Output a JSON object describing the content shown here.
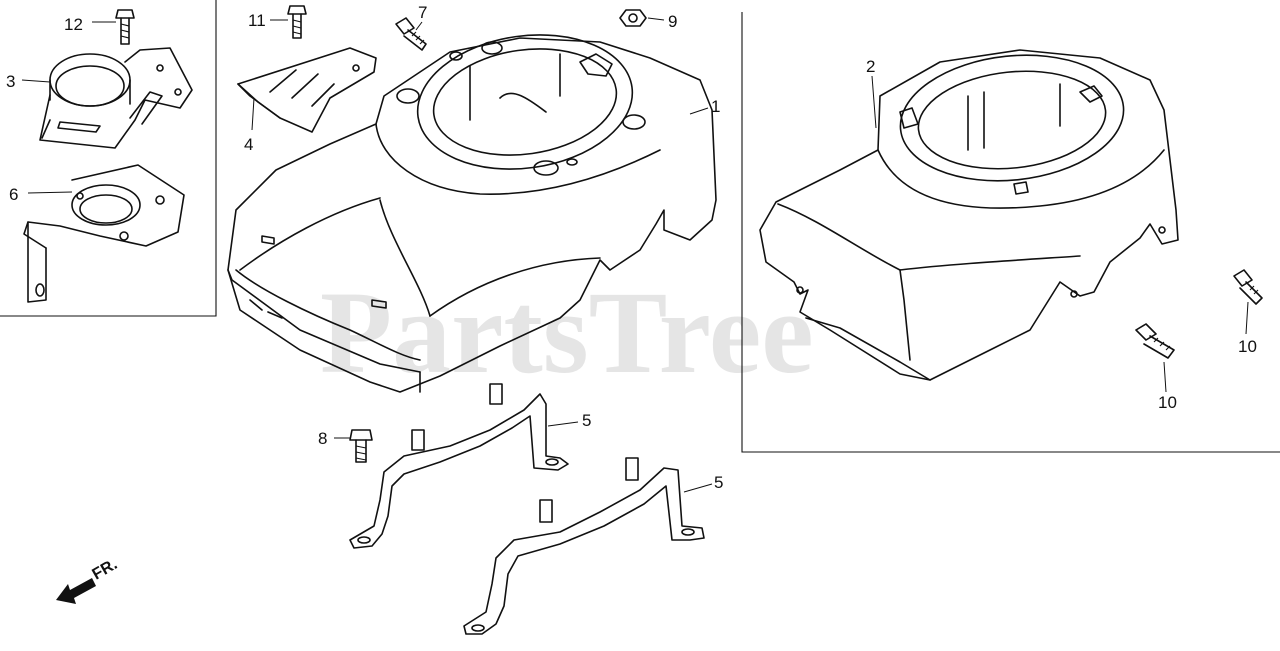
{
  "watermark": "PartsTree",
  "direction_label": "FR.",
  "callouts": {
    "c1": "1",
    "c2": "2",
    "c3": "3",
    "c4": "4",
    "c5a": "5",
    "c5b": "5",
    "c6": "6",
    "c7": "7",
    "c8": "8",
    "c9": "9",
    "c10a": "10",
    "c10b": "10",
    "c11": "11",
    "c12": "12"
  },
  "icons": {
    "direction_arrow": "front-arrow-icon"
  }
}
